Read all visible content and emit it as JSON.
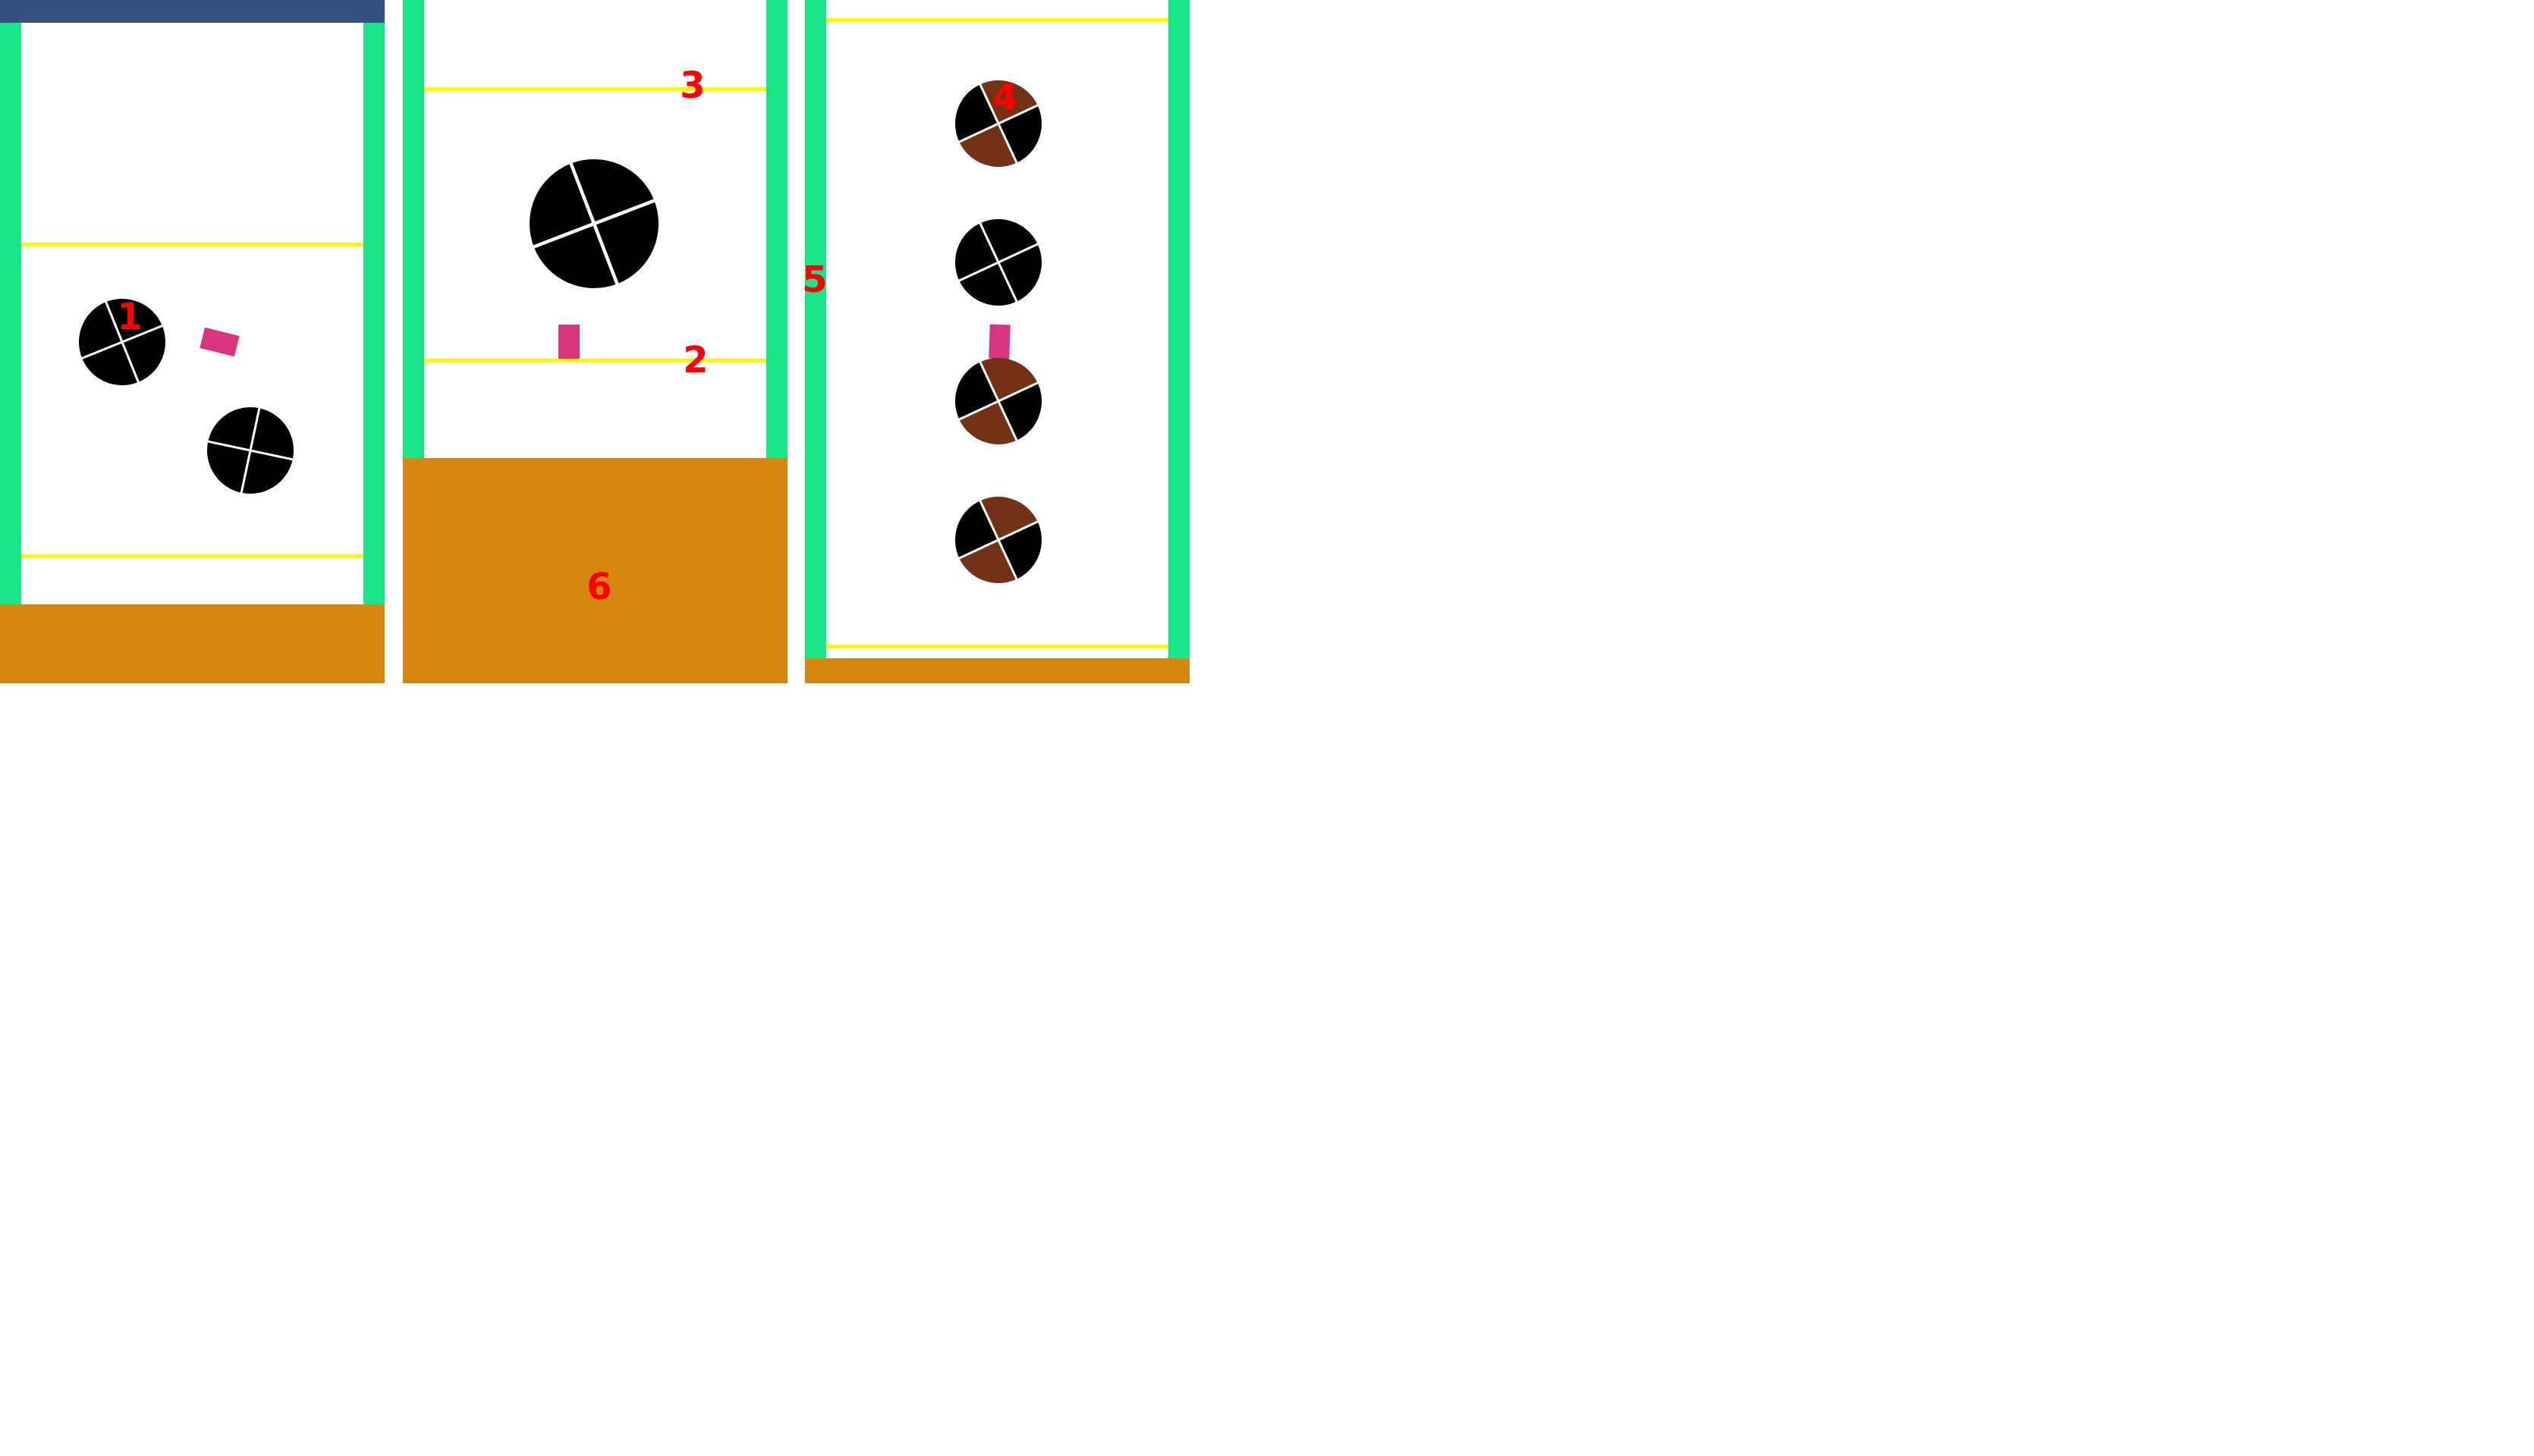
{
  "colors": {
    "wall": "#1ae488",
    "ground": "#d4860f",
    "top_bar": "#33517e",
    "goal_line": "#fff700",
    "block": "#d9347f",
    "ball_black": "#000000",
    "ball_brown": "#733116",
    "label": "#ff0000"
  },
  "labels": {
    "l1": "1",
    "l2": "2",
    "l3": "3",
    "l4": "4",
    "l5": "5",
    "l6": "6"
  },
  "balls": {
    "left_upper": {
      "variant": "black"
    },
    "left_lower": {
      "variant": "black"
    },
    "middle": {
      "variant": "black"
    },
    "right_1": {
      "variant": "brown-black"
    },
    "right_2": {
      "variant": "black"
    },
    "right_3": {
      "variant": "brown-black"
    },
    "right_4": {
      "variant": "brown-black"
    }
  }
}
